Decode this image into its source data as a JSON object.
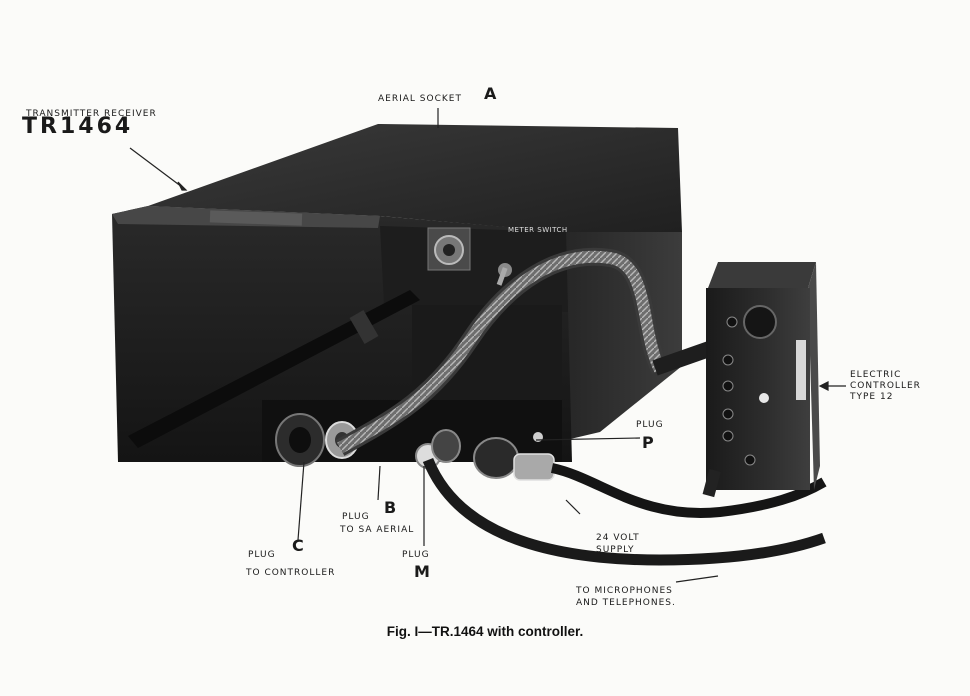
{
  "figure": {
    "caption": "Fig. I—TR.1464 with controller.",
    "labels": {
      "transmitter_receiver": "TRANSMITTER RECEIVER",
      "model": "TR1464",
      "aerial_socket": "AERIAL SOCKET",
      "aerial_letter": "A",
      "meter_switch": "METER SWITCH",
      "electric_controller_1": "ELECTRIC",
      "electric_controller_2": "CONTROLLER",
      "electric_controller_3": "TYPE 12",
      "plug_p_word": "PLUG",
      "plug_p_letter": "P",
      "plug_b_word": "PLUG",
      "plug_b_letter": "B",
      "plug_b_desc": "TO SA AERIAL",
      "plug_c_word": "PLUG",
      "plug_c_letter": "C",
      "plug_c_desc": "TO CONTROLLER",
      "plug_m_word": "PLUG",
      "plug_m_letter": "M",
      "supply_1": "24 VOLT",
      "supply_2": "SUPPLY",
      "micro_1": "TO MICROPHONES",
      "micro_2": "AND TELEPHONES."
    }
  }
}
